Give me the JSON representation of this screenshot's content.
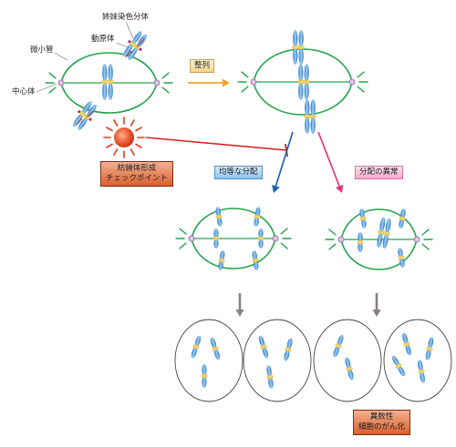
{
  "labels": {
    "sister_chromatids": "姉妹染色分体",
    "kinetochore": "動原体",
    "microtubule": "微小管",
    "centrosome": "中心体"
  },
  "stages": {
    "alignment": "整列",
    "equal_segregation": "均等な分配",
    "abnormal_segregation": "分配の異常"
  },
  "checkpoint": {
    "line1": "紡錘体形成",
    "line2": "チェックポイント"
  },
  "outcome": {
    "line1": "異数性",
    "line2": "細胞のがん化"
  },
  "colors": {
    "spindle": "#22a34a",
    "chromosome_light": "#bfe3f7",
    "chromosome_dark": "#2a72c4",
    "centromere": "#f2d36c",
    "centrosome": "#caa6d8",
    "arrow_orange": "#f2a52c",
    "arrow_blue": "#1f63b5",
    "arrow_pink": "#e0387e",
    "inhibit_red": "#d8232a",
    "sun": "#e23b1e",
    "gray_arrow": "#8a7f7f"
  }
}
